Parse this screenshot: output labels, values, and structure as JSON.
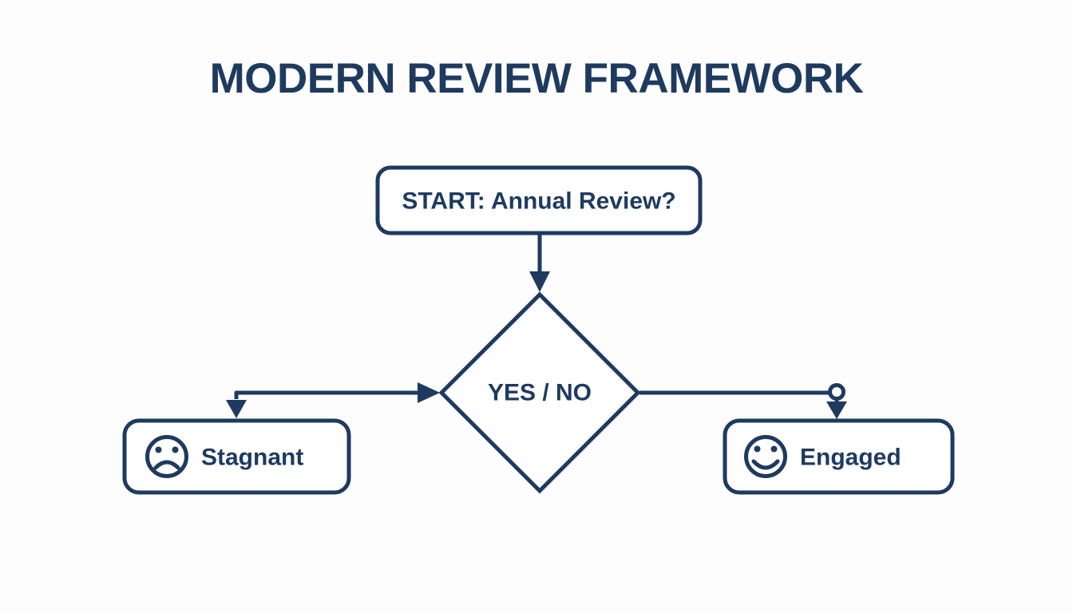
{
  "title": "MODERN REVIEW FRAMEWORK",
  "colors": {
    "navy": "#1e3a5f",
    "background": "#fdfdfd"
  },
  "flowchart": {
    "start": {
      "label": "START: Annual Review?"
    },
    "decision": {
      "label": "YES / NO"
    },
    "outcomes": [
      {
        "label": "Stagnant",
        "icon": "sad-face-icon"
      },
      {
        "label": "Engaged",
        "icon": "smiley-face-icon"
      }
    ]
  }
}
